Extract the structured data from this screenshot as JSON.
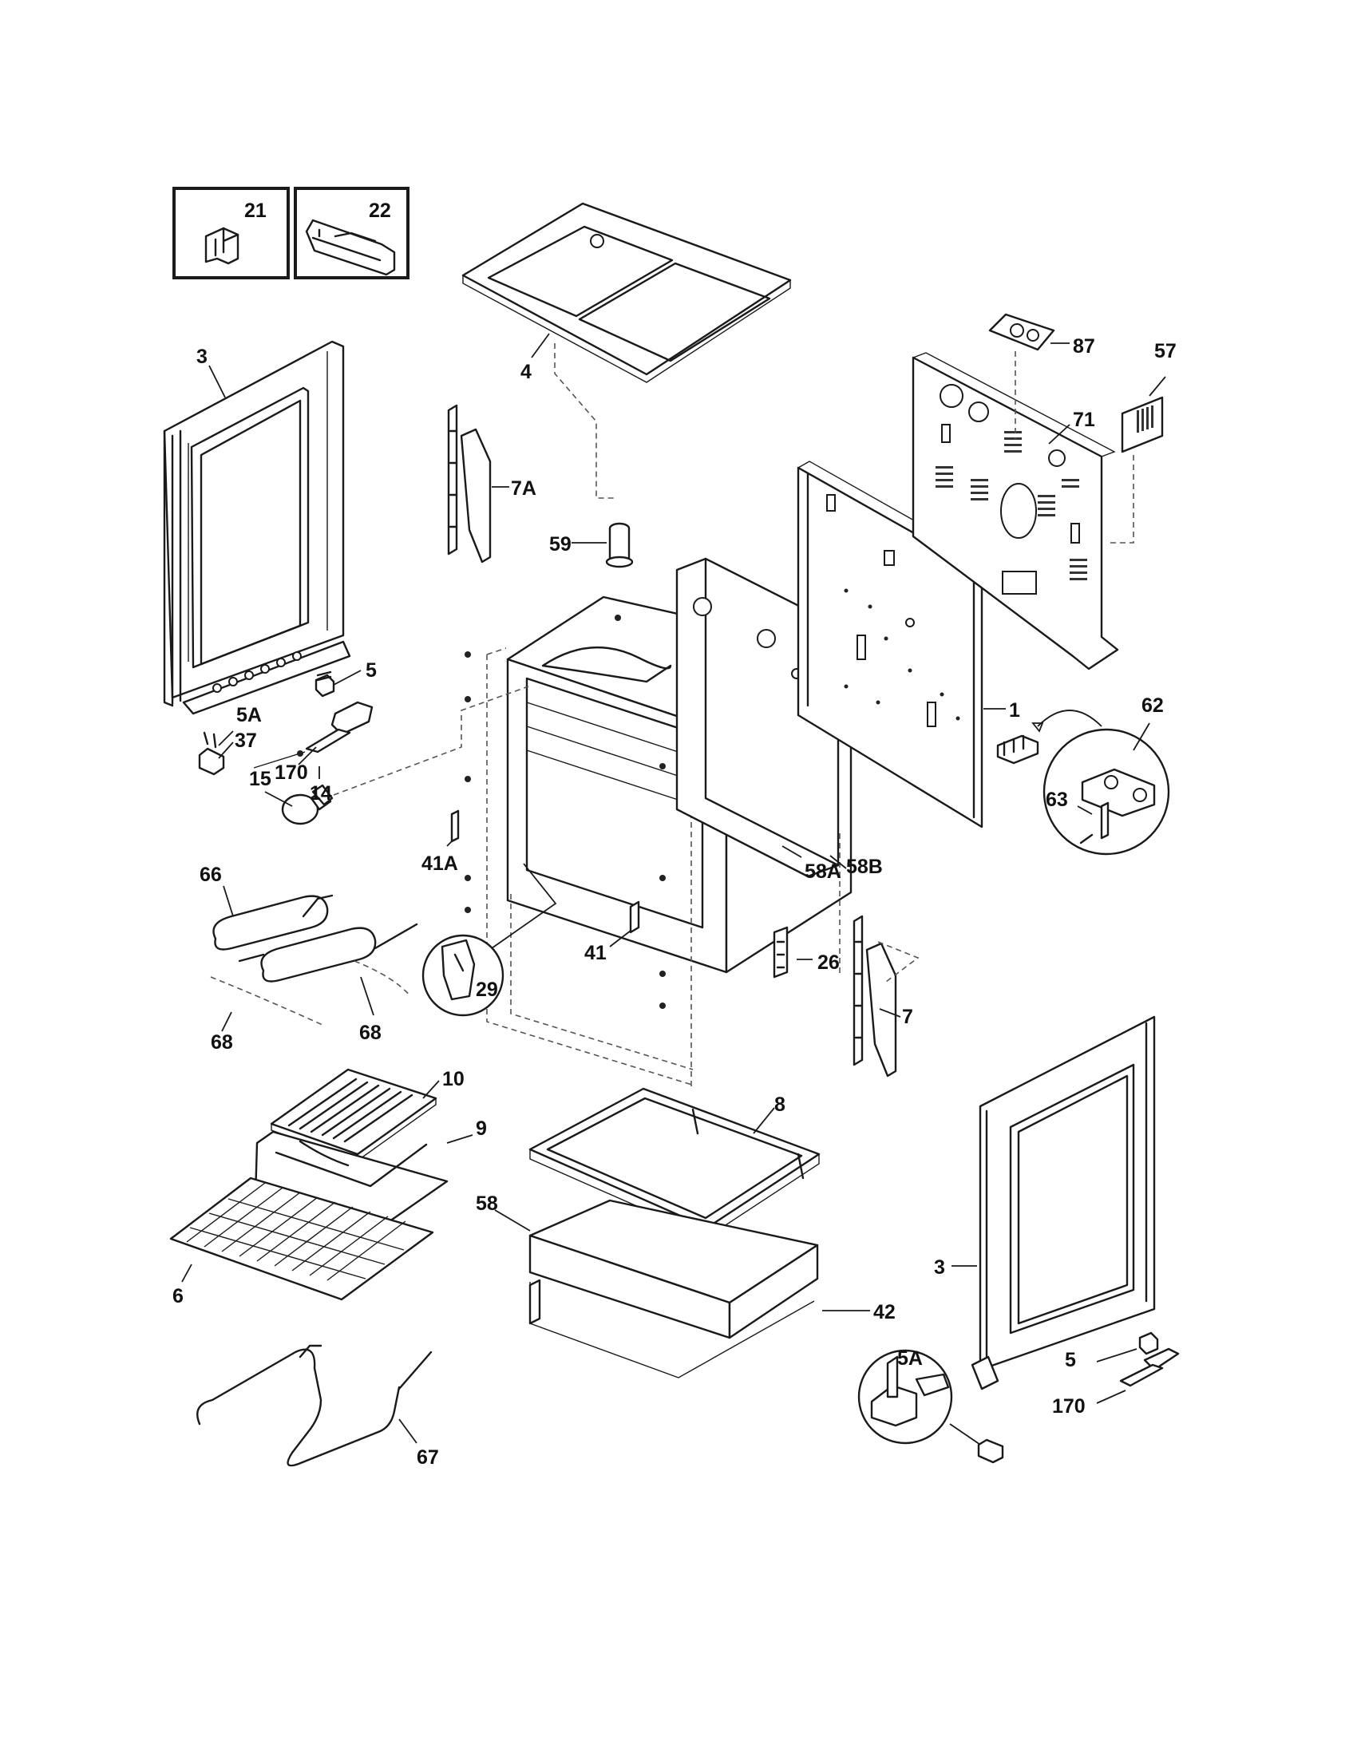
{
  "parts": {
    "p21": "21",
    "p22": "22",
    "p3_left": "3",
    "p4": "4",
    "p7A": "7A",
    "p59": "59",
    "p87": "87",
    "p57": "57",
    "p71": "71",
    "p5_left": "5",
    "p5A_left": "5A",
    "p37": "37",
    "p170_left": "170",
    "p15": "15",
    "p14": "14",
    "p1": "1",
    "p62": "62",
    "p63": "63",
    "p41A": "41A",
    "p58A": "58A",
    "p58B": "58B",
    "p66": "66",
    "p68_left": "68",
    "p68_right": "68",
    "p29": "29",
    "p41": "41",
    "p26": "26",
    "p7": "7",
    "p10": "10",
    "p9": "9",
    "p8": "8",
    "p58": "58",
    "p6": "6",
    "p42": "42",
    "p3_right": "3",
    "p5A_right": "5A",
    "p5_right": "5",
    "p170_right": "170",
    "p67": "67"
  }
}
